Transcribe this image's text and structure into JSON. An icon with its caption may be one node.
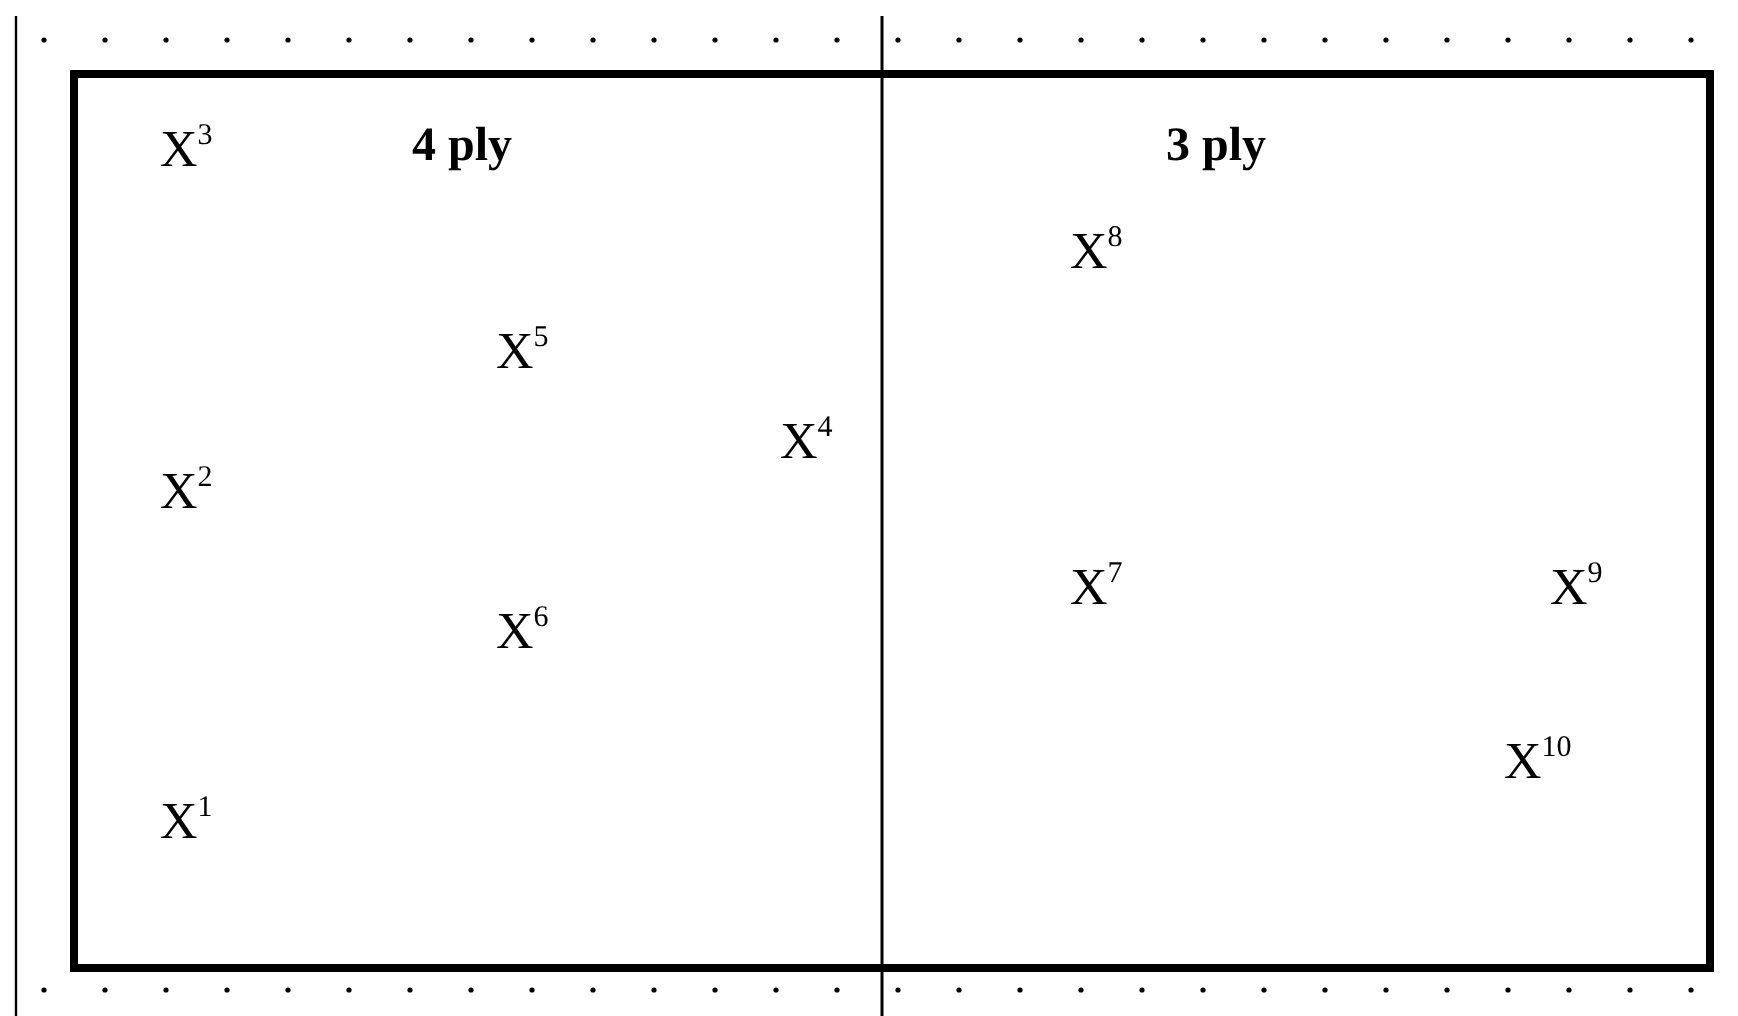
{
  "diagram": {
    "nodes": [
      {
        "text": [
          "4 ply"
        ]
      },
      {
        "text": [
          "3 ply"
        ]
      }
    ],
    "edges": [],
    "labels": [
      "X$^{3}$",
      "X$^{8}$",
      "X$^{5}$",
      "X$^{4}$",
      "X$^{2}$",
      "X$^{7}$",
      "X$^{9}$",
      "X$^{6}$",
      "X$^{10}$",
      "X$^{1}$"
    ]
  }
}
